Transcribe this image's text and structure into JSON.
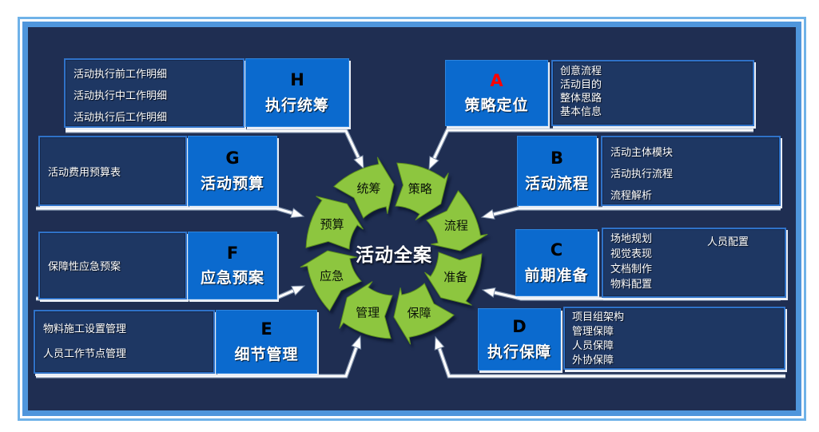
{
  "frame": {
    "outer_border_color": "#6fb2e8",
    "inner_border_color": "#4f96dc",
    "background_color": "#1f2e52"
  },
  "diagram": {
    "center_label": "活动全案",
    "ring_labels": [
      "策略",
      "流程",
      "准备",
      "保障",
      "管理",
      "应急",
      "预算",
      "统筹"
    ],
    "ring_color": "#8dc63f",
    "keybox_color": "#0b6ace"
  },
  "modules": [
    {
      "id": "A",
      "letter": "A",
      "letter_color": "#ff0000",
      "title": "策略定位",
      "details": [
        "创意流程",
        "活动目的",
        "整体思路",
        "基本信息"
      ]
    },
    {
      "id": "B",
      "letter": "B",
      "letter_color": "#000000",
      "title": "活动流程",
      "details": [
        "活动主体模块",
        "活动执行流程",
        "流程解析"
      ]
    },
    {
      "id": "C",
      "letter": "C",
      "letter_color": "#000000",
      "title": "前期准备",
      "details": [
        "场地规划",
        "视觉表现",
        "文档制作",
        "物料配置"
      ],
      "details_right": [
        "人员配置"
      ]
    },
    {
      "id": "D",
      "letter": "D",
      "letter_color": "#000000",
      "title": "执行保障",
      "details": [
        "项目组架构",
        "管理保障",
        "人员保障",
        "外协保障"
      ]
    },
    {
      "id": "E",
      "letter": "E",
      "letter_color": "#000000",
      "title": "细节管理",
      "details": [
        "物料施工设置管理",
        "人员工作节点管理"
      ]
    },
    {
      "id": "F",
      "letter": "F",
      "letter_color": "#000000",
      "title": "应急预案",
      "details": [
        "保障性应急预案"
      ]
    },
    {
      "id": "G",
      "letter": "G",
      "letter_color": "#000000",
      "title": "活动预算",
      "details": [
        "活动费用预算表"
      ]
    },
    {
      "id": "H",
      "letter": "H",
      "letter_color": "#000000",
      "title": "执行统筹",
      "details": [
        "活动执行前工作明细",
        "活动执行中工作明细",
        "活动执行后工作明细"
      ]
    }
  ]
}
